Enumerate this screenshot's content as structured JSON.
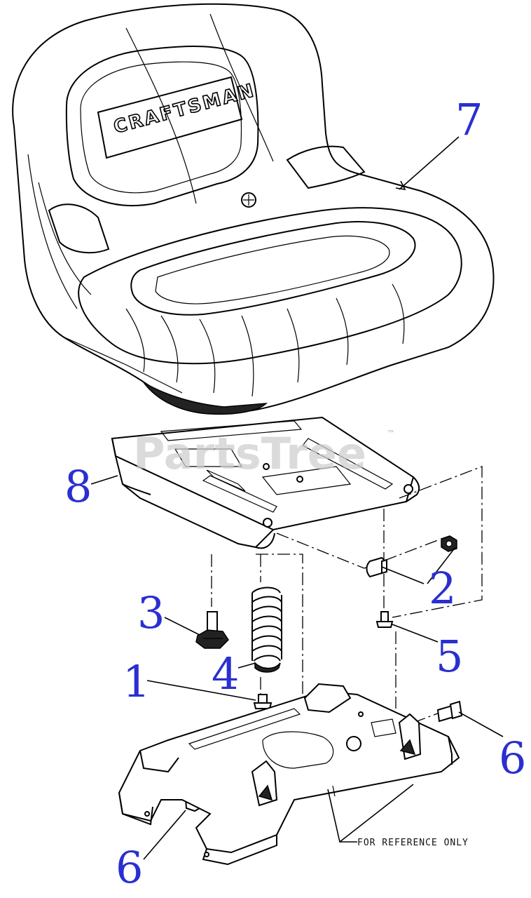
{
  "brand": "CRAFTSMAN",
  "watermark": {
    "text": "PartsTree",
    "trademark": "™"
  },
  "callouts": [
    {
      "id": "7",
      "label": "7"
    },
    {
      "id": "8",
      "label": "8"
    },
    {
      "id": "2",
      "label": "2"
    },
    {
      "id": "3",
      "label": "3"
    },
    {
      "id": "4",
      "label": "4"
    },
    {
      "id": "5",
      "label": "5"
    },
    {
      "id": "1",
      "label": "1"
    },
    {
      "id": "6a",
      "label": "6"
    },
    {
      "id": "6b",
      "label": "6"
    }
  ],
  "reference_note": "FOR REFERENCE ONLY",
  "colors": {
    "callout": "#2a2fd0",
    "linework": "#000000",
    "watermark": "#cfcfcf"
  }
}
